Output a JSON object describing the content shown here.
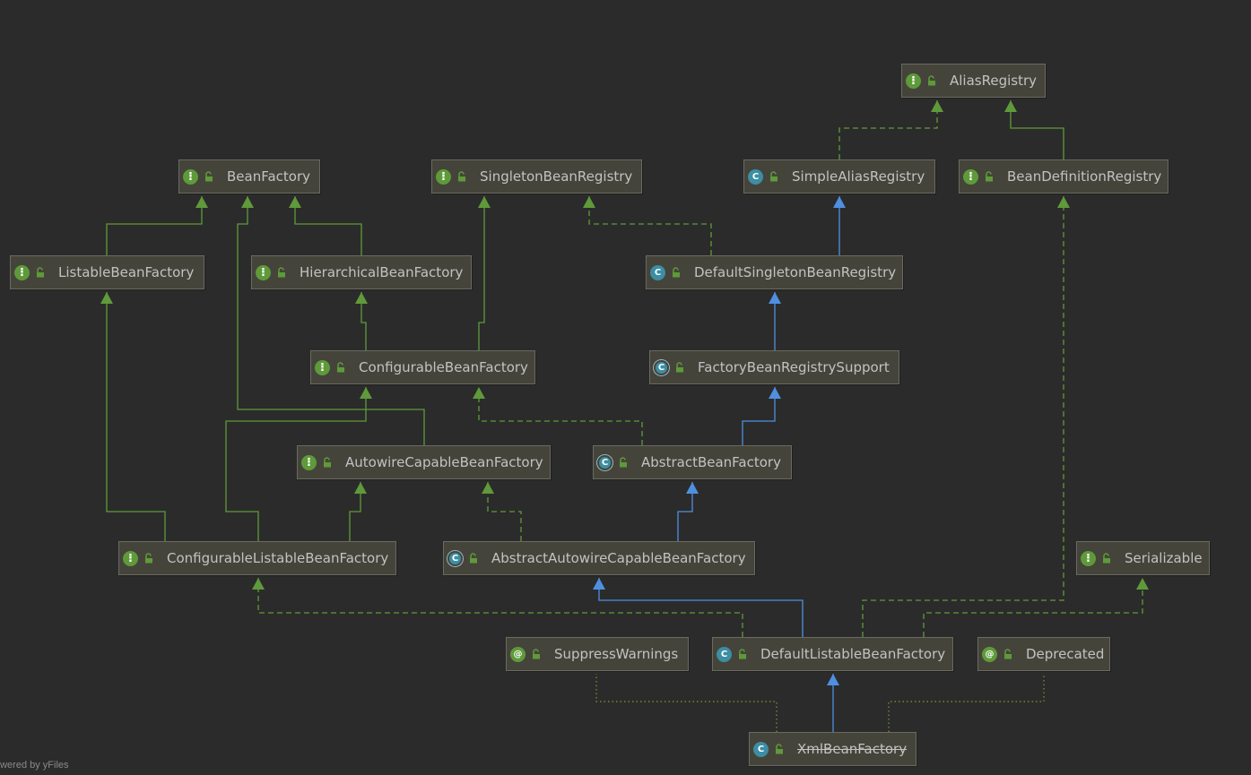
{
  "diagram": {
    "nodes": [
      {
        "id": "AliasRegistry",
        "label": "AliasRegistry",
        "kind": "interface",
        "icon": "interface-icon",
        "deprecated": false
      },
      {
        "id": "BeanFactory",
        "label": "BeanFactory",
        "kind": "interface",
        "icon": "interface-icon",
        "deprecated": false
      },
      {
        "id": "SingletonBeanRegistry",
        "label": "SingletonBeanRegistry",
        "kind": "interface",
        "icon": "interface-icon",
        "deprecated": false
      },
      {
        "id": "SimpleAliasRegistry",
        "label": "SimpleAliasRegistry",
        "kind": "class",
        "icon": "class-icon",
        "deprecated": false
      },
      {
        "id": "BeanDefinitionRegistry",
        "label": "BeanDefinitionRegistry",
        "kind": "interface",
        "icon": "interface-icon",
        "deprecated": false
      },
      {
        "id": "ListableBeanFactory",
        "label": "ListableBeanFactory",
        "kind": "interface",
        "icon": "interface-icon",
        "deprecated": false
      },
      {
        "id": "HierarchicalBeanFactory",
        "label": "HierarchicalBeanFactory",
        "kind": "interface",
        "icon": "interface-icon",
        "deprecated": false
      },
      {
        "id": "DefaultSingletonBeanRegistry",
        "label": "DefaultSingletonBeanRegistry",
        "kind": "class",
        "icon": "class-icon",
        "deprecated": false
      },
      {
        "id": "ConfigurableBeanFactory",
        "label": "ConfigurableBeanFactory",
        "kind": "interface",
        "icon": "interface-icon",
        "deprecated": false
      },
      {
        "id": "FactoryBeanRegistrySupport",
        "label": "FactoryBeanRegistrySupport",
        "kind": "abstract",
        "icon": "abstract-class-icon",
        "deprecated": false
      },
      {
        "id": "AutowireCapableBeanFactory",
        "label": "AutowireCapableBeanFactory",
        "kind": "interface",
        "icon": "interface-icon",
        "deprecated": false
      },
      {
        "id": "AbstractBeanFactory",
        "label": "AbstractBeanFactory",
        "kind": "abstract",
        "icon": "abstract-class-icon",
        "deprecated": false
      },
      {
        "id": "ConfigurableListableBeanFactory",
        "label": "ConfigurableListableBeanFactory",
        "kind": "interface",
        "icon": "interface-icon",
        "deprecated": false
      },
      {
        "id": "AbstractAutowireCapableBeanFactory",
        "label": "AbstractAutowireCapableBeanFactory",
        "kind": "abstract",
        "icon": "abstract-class-icon",
        "deprecated": false
      },
      {
        "id": "Serializable",
        "label": "Serializable",
        "kind": "interface",
        "icon": "interface-icon",
        "deprecated": false
      },
      {
        "id": "SuppressWarnings",
        "label": "SuppressWarnings",
        "kind": "annotation",
        "icon": "annotation-icon",
        "deprecated": false
      },
      {
        "id": "DefaultListableBeanFactory",
        "label": "DefaultListableBeanFactory",
        "kind": "class",
        "icon": "class-icon",
        "deprecated": false
      },
      {
        "id": "Deprecated",
        "label": "Deprecated",
        "kind": "annotation",
        "icon": "annotation-icon",
        "deprecated": false
      },
      {
        "id": "XmlBeanFactory",
        "label": "XmlBeanFactory",
        "kind": "class",
        "icon": "class-icon",
        "deprecated": true
      }
    ],
    "edges": [
      {
        "from": "SimpleAliasRegistry",
        "to": "AliasRegistry",
        "type": "implements"
      },
      {
        "from": "BeanDefinitionRegistry",
        "to": "AliasRegistry",
        "type": "extends-interface"
      },
      {
        "from": "ListableBeanFactory",
        "to": "BeanFactory",
        "type": "extends-interface"
      },
      {
        "from": "HierarchicalBeanFactory",
        "to": "BeanFactory",
        "type": "extends-interface"
      },
      {
        "from": "AutowireCapableBeanFactory",
        "to": "BeanFactory",
        "type": "extends-interface"
      },
      {
        "from": "DefaultSingletonBeanRegistry",
        "to": "SingletonBeanRegistry",
        "type": "implements"
      },
      {
        "from": "DefaultSingletonBeanRegistry",
        "to": "SimpleAliasRegistry",
        "type": "extends-class"
      },
      {
        "from": "ConfigurableBeanFactory",
        "to": "HierarchicalBeanFactory",
        "type": "extends-interface"
      },
      {
        "from": "ConfigurableBeanFactory",
        "to": "SingletonBeanRegistry",
        "type": "extends-interface"
      },
      {
        "from": "FactoryBeanRegistrySupport",
        "to": "DefaultSingletonBeanRegistry",
        "type": "extends-class"
      },
      {
        "from": "AbstractBeanFactory",
        "to": "FactoryBeanRegistrySupport",
        "type": "extends-class"
      },
      {
        "from": "AbstractBeanFactory",
        "to": "ConfigurableBeanFactory",
        "type": "implements"
      },
      {
        "from": "ConfigurableListableBeanFactory",
        "to": "ListableBeanFactory",
        "type": "extends-interface"
      },
      {
        "from": "ConfigurableListableBeanFactory",
        "to": "ConfigurableBeanFactory",
        "type": "extends-interface"
      },
      {
        "from": "ConfigurableListableBeanFactory",
        "to": "AutowireCapableBeanFactory",
        "type": "extends-interface"
      },
      {
        "from": "AbstractAutowireCapableBeanFactory",
        "to": "AbstractBeanFactory",
        "type": "extends-class"
      },
      {
        "from": "AbstractAutowireCapableBeanFactory",
        "to": "AutowireCapableBeanFactory",
        "type": "implements"
      },
      {
        "from": "DefaultListableBeanFactory",
        "to": "AbstractAutowireCapableBeanFactory",
        "type": "extends-class"
      },
      {
        "from": "DefaultListableBeanFactory",
        "to": "ConfigurableListableBeanFactory",
        "type": "implements"
      },
      {
        "from": "DefaultListableBeanFactory",
        "to": "BeanDefinitionRegistry",
        "type": "implements"
      },
      {
        "from": "DefaultListableBeanFactory",
        "to": "Serializable",
        "type": "implements"
      },
      {
        "from": "XmlBeanFactory",
        "to": "DefaultListableBeanFactory",
        "type": "extends-class"
      },
      {
        "from": "XmlBeanFactory",
        "to": "SuppressWarnings",
        "type": "annotated"
      },
      {
        "from": "XmlBeanFactory",
        "to": "Deprecated",
        "type": "annotated"
      }
    ]
  },
  "colors": {
    "background": "#2b2b2b",
    "node_fill": "#45443b",
    "node_border": "#6b6a62",
    "text": "#c2c2c2",
    "interface_edge": "#5f9a3a",
    "class_edge": "#4f8fe0",
    "annotation_edge": "#6e8a2e",
    "interface_badge": "#5f9a3a",
    "class_badge": "#3c8ea3",
    "lock_icon": "#5f9a3a"
  },
  "footer": "owered by yFiles"
}
